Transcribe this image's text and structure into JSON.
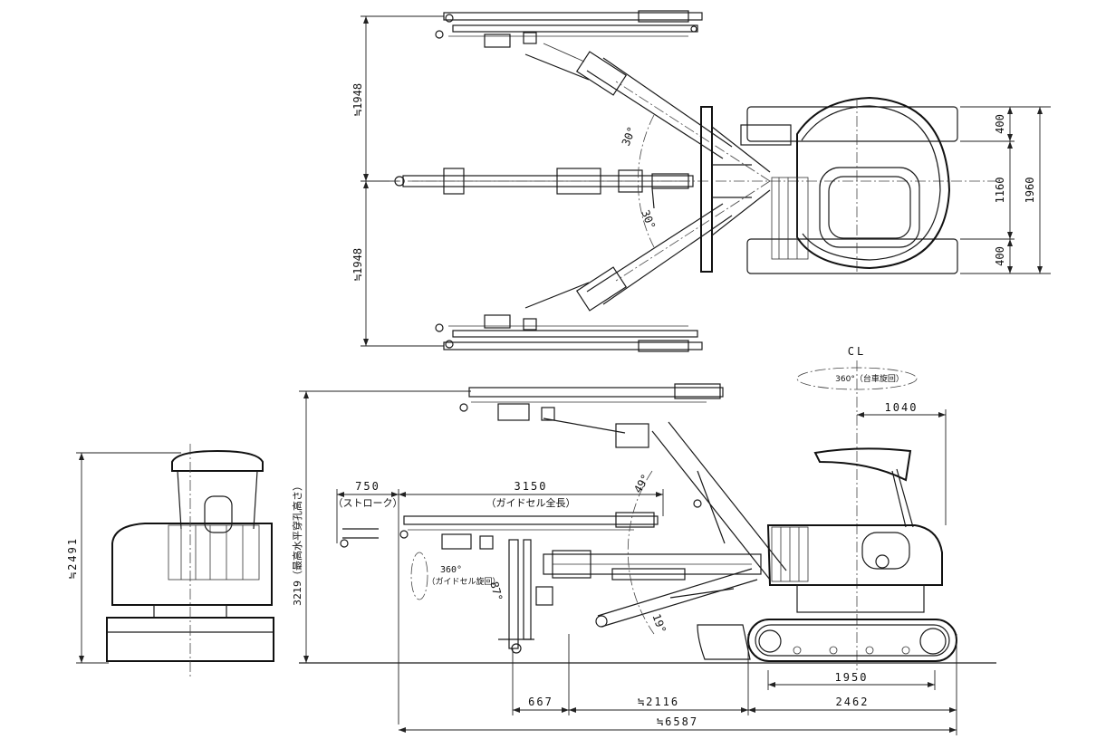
{
  "plan_view": {
    "dim_upper_swing": "≒1948",
    "dim_lower_swing": "≒1948",
    "angle_upper": "30°",
    "angle_lower": "30°",
    "dim_track_top": "400",
    "dim_track_gauge": "1160",
    "dim_track_bottom": "400",
    "dim_overall_width": "1960"
  },
  "side_view": {
    "centerline_label": "CL",
    "swing_label": "360°（台車旋回）",
    "dim_tail": "1040",
    "dim_stroke": "750",
    "stroke_label": "（ストローク）",
    "dim_guide_cell": "3150",
    "guide_cell_label": "（ガイドセル全長）",
    "dim_height": "3219（最高水平穿孔高さ）",
    "guide_rotation_value": "360°",
    "guide_rotation_label": "（ガイドセル旋回）",
    "angle_boom_up": "49°",
    "angle_boom_down": "19°",
    "angle_guide": "87°",
    "dim_tumbler": "1950",
    "dim_front": "667",
    "dim_boom_reach": "≒2116",
    "dim_track_length": "2462",
    "dim_overall_length": "≒6587"
  },
  "rear_view": {
    "dim_height": "≒2491"
  }
}
